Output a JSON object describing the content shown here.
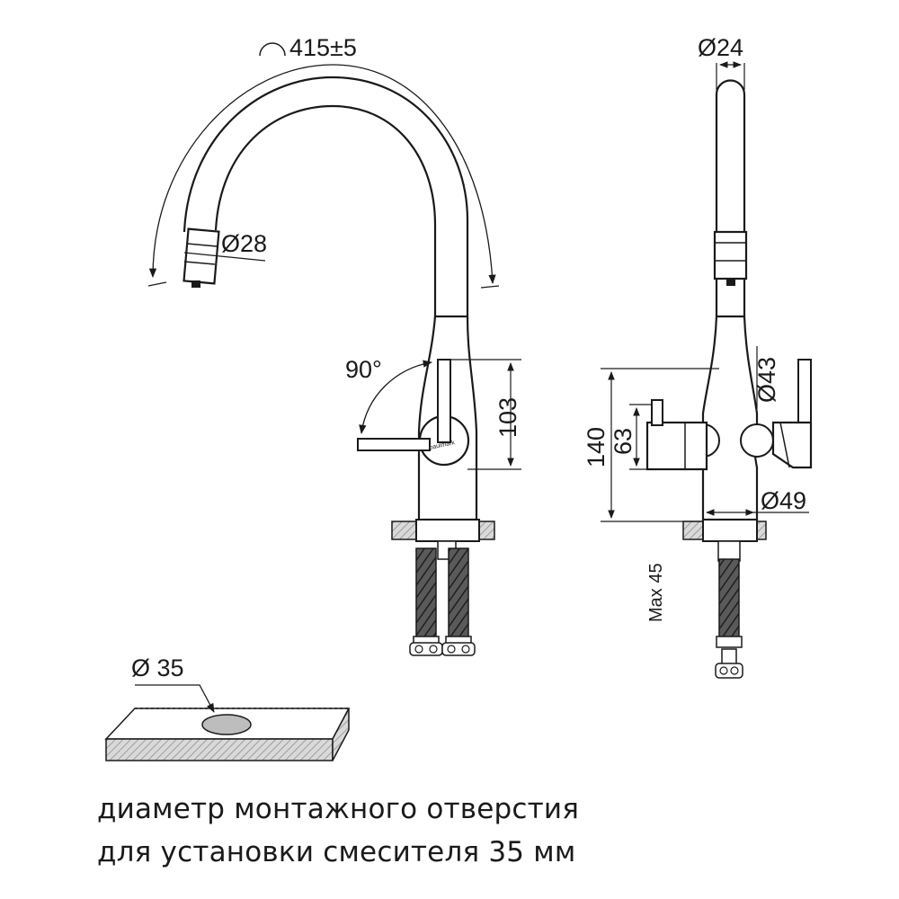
{
  "dimensions": {
    "spout_swivel": "415±5",
    "aerator_diameter": "Ø28",
    "lever_rotation": "90°",
    "lever_height": "103",
    "total_height": "140",
    "handle_height": "63",
    "spout_diameter": "Ø24",
    "body_diameter_upper": "Ø43",
    "base_diameter": "Ø49",
    "max_counter_thickness": "Max 45",
    "hole_diameter": "Ø 35"
  },
  "brand_mark": "paulmark",
  "caption": {
    "line1": "диаметр монтажного отверстия",
    "line2": "для установки смесителя 35 мм"
  }
}
